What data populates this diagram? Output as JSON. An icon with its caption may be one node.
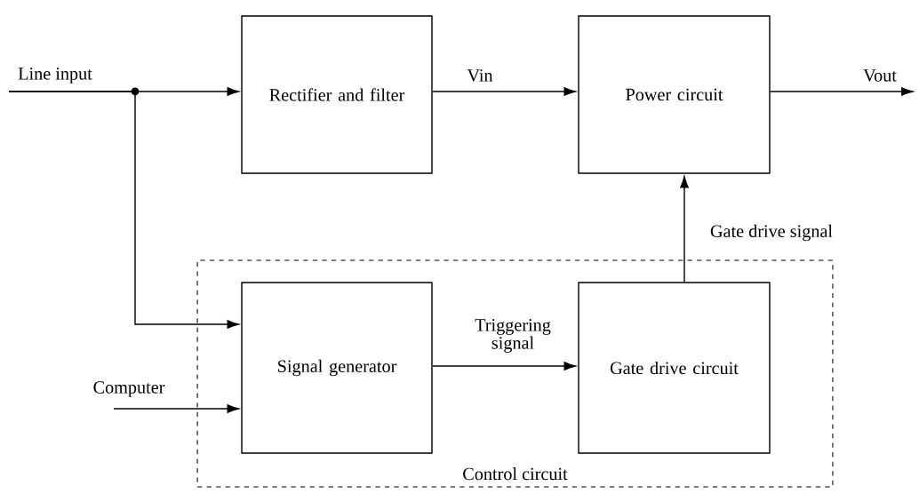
{
  "diagram": {
    "nodes": [
      {
        "text": [
          "Rectifier and filter"
        ]
      },
      {
        "text": [
          "Power circuit"
        ]
      },
      {
        "text": [
          "Control circuit"
        ]
      },
      {
        "text": [
          "Signal generator"
        ],
        "in": 2
      },
      {
        "text": [
          "Gate drive circuit"
        ],
        "in": 2
      }
    ],
    "edges": [
      {
        "from": null,
        "to": 0,
        "arrow": "to",
        "label": "Line input"
      },
      {
        "from": null,
        "to": 3,
        "arrow": "to"
      },
      {
        "from": null,
        "to": 3,
        "arrow": "to",
        "label": "Computer"
      },
      {
        "from": 0,
        "to": 1,
        "arrow": "to",
        "label": "Vin"
      },
      {
        "from": 1,
        "to": null,
        "arrow": "to",
        "label": "Vout"
      },
      {
        "from": 3,
        "to": 4,
        "arrow": "to",
        "label": "Triggering signal"
      },
      {
        "from": 4,
        "to": 1,
        "arrow": "to",
        "label": "Gate drive signal"
      }
    ]
  }
}
